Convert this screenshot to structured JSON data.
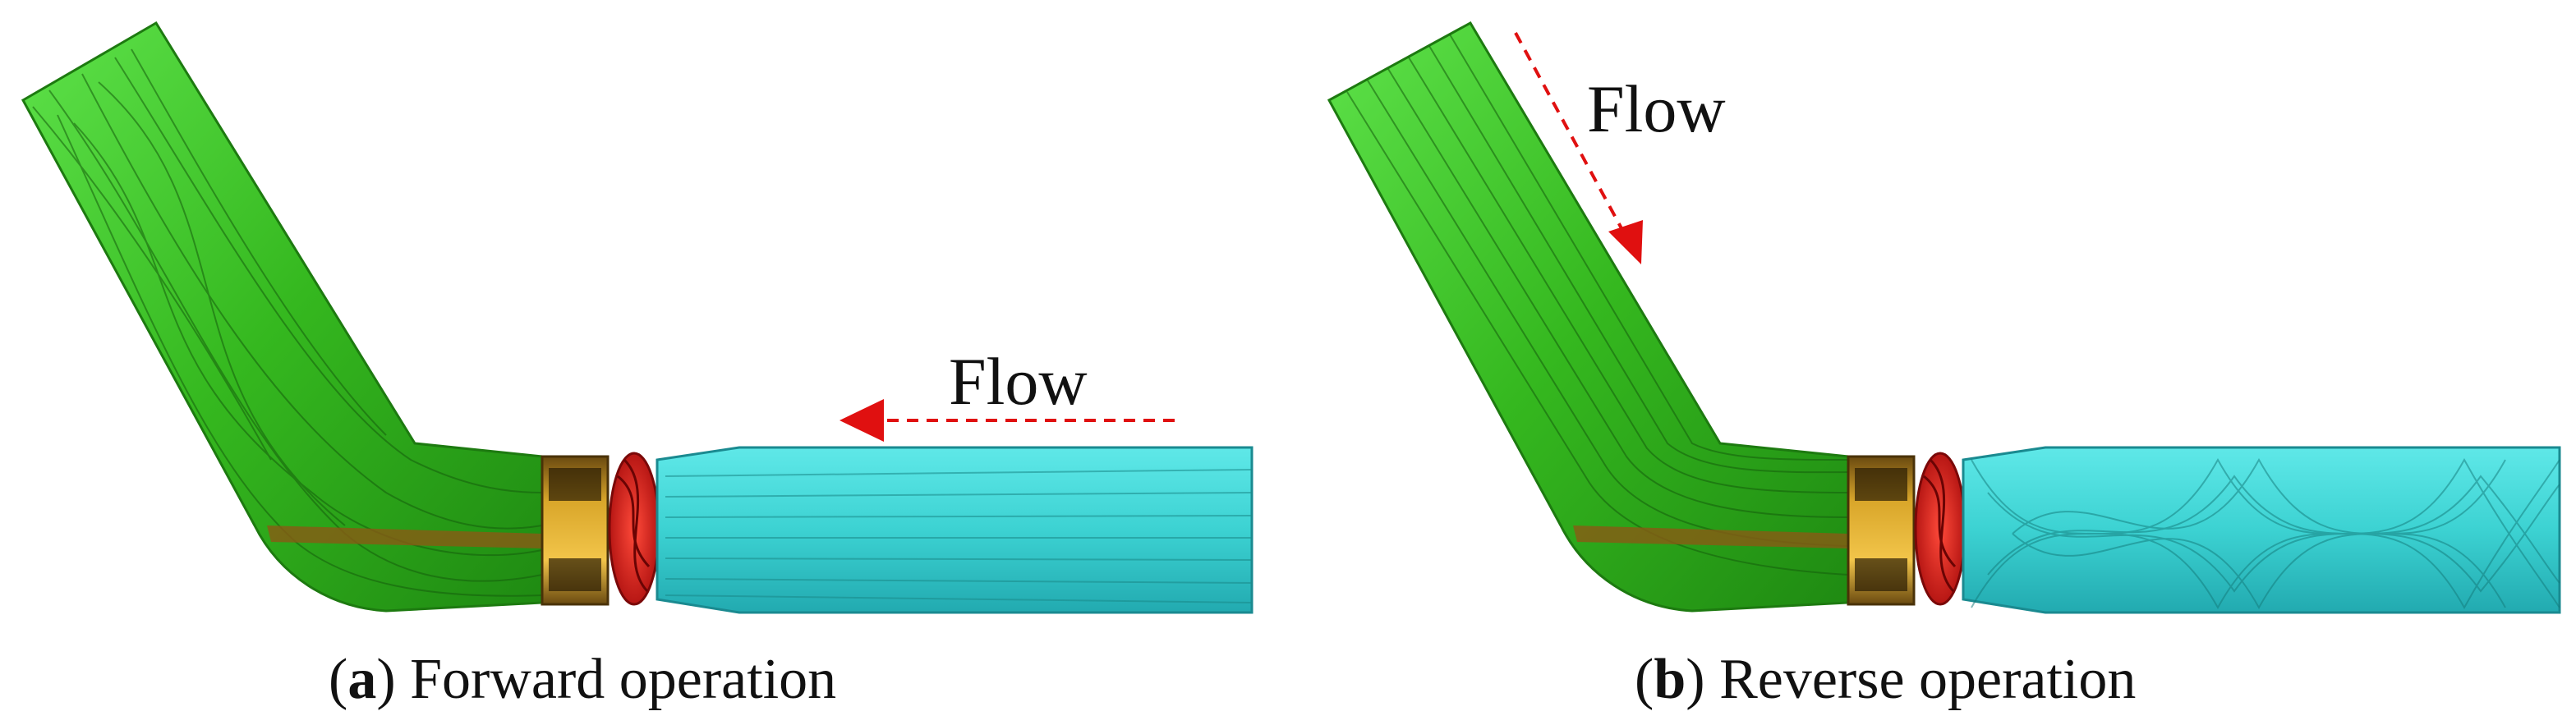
{
  "panels": [
    {
      "letter": "a",
      "caption": "Forward operation",
      "flow_label": "Flow"
    },
    {
      "letter": "b",
      "caption": "Reverse operation",
      "flow_label": "Flow"
    }
  ],
  "colors": {
    "draft_tube_green": "#3ec22a",
    "pipe_cyan": "#3fd6d6",
    "guide_vane_gold": "#c8941e",
    "runner_red": "#d81818",
    "arrow_red": "#e01010"
  }
}
